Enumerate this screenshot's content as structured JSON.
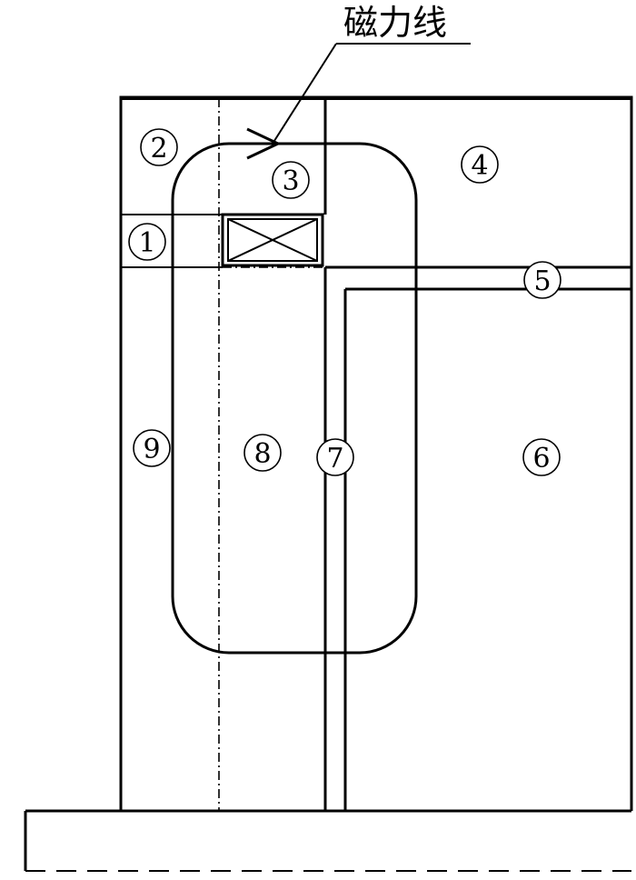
{
  "title": "磁力线",
  "labels": {
    "l1": "1",
    "l2": "2",
    "l3": "3",
    "l4": "4",
    "l5": "5",
    "l6": "6",
    "l7": "7",
    "l8": "8",
    "l9": "9"
  }
}
